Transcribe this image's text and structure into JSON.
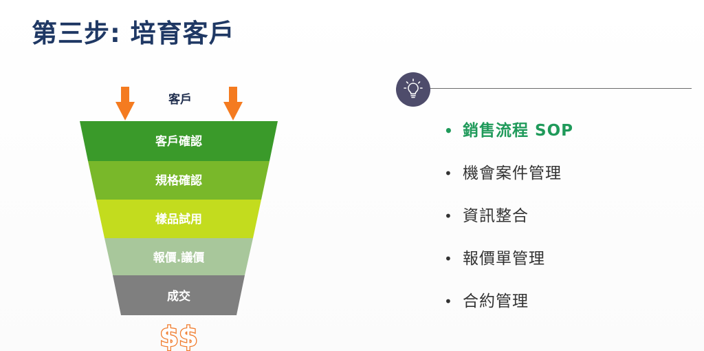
{
  "title": "第三步: 培育客戶",
  "funnel": {
    "top_label": "客戶",
    "stages": [
      {
        "label": "客戶確認",
        "color": "#3a9a2a"
      },
      {
        "label": "規格確認",
        "color": "#79b82a"
      },
      {
        "label": "樣品試用",
        "color": "#c3dc1e"
      },
      {
        "label": "報價.議價",
        "color": "#a8c79b"
      },
      {
        "label": "成交",
        "color": "#7f7f7f"
      }
    ],
    "arrow_color": "#f47b20",
    "bottom_symbol": "$$"
  },
  "icon": {
    "name": "lightbulb-icon",
    "badge_color": "#4e4c6b"
  },
  "bullets": [
    {
      "text": "銷售流程 SOP",
      "highlight": true
    },
    {
      "text": "機會案件管理",
      "highlight": false
    },
    {
      "text": "資訊整合",
      "highlight": false
    },
    {
      "text": "報價單管理",
      "highlight": false
    },
    {
      "text": "合約管理",
      "highlight": false
    }
  ],
  "colors": {
    "title": "#1f3864",
    "highlight": "#1f9a5a",
    "text": "#333333"
  }
}
